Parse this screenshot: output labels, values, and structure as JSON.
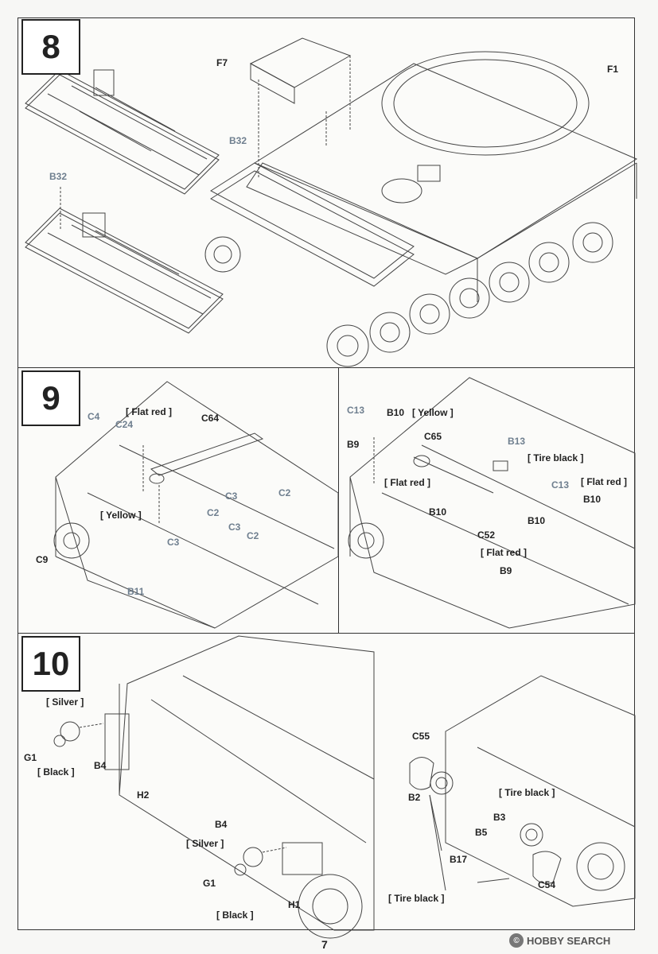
{
  "steps": [
    {
      "number": "8",
      "labels": [
        "F7",
        "F1",
        "B32",
        "B32"
      ]
    },
    {
      "number": "9",
      "labels": [
        "[ Flat red ]",
        "C4",
        "C24",
        "C64",
        "[ Yellow ]",
        "C3",
        "C2",
        "C2",
        "C3",
        "C2",
        "C3",
        "C9",
        "B11",
        "C13",
        "B10",
        "[ Yellow ]",
        "B9",
        "C65",
        "B13",
        "[ Tire black ]",
        "[ Flat red ]",
        "[ Flat red ]",
        "C13",
        "B10",
        "B10",
        "C52",
        "B10",
        "[ Flat red ]",
        "B9"
      ]
    },
    {
      "number": "10",
      "labels": [
        "[ Silver ]",
        "G1",
        "[ Black ]",
        "B4",
        "H2",
        "B4",
        "[ Silver ]",
        "G1",
        "[ Black ]",
        "H1",
        "C55",
        "B2",
        "[ Tire black ]",
        "B3",
        "B5",
        "B17",
        "C54",
        "[ Tire black ]"
      ]
    }
  ],
  "footer": {
    "page_number": "7",
    "watermark": "HOBBY SEARCH",
    "watermark_mark": "©"
  }
}
